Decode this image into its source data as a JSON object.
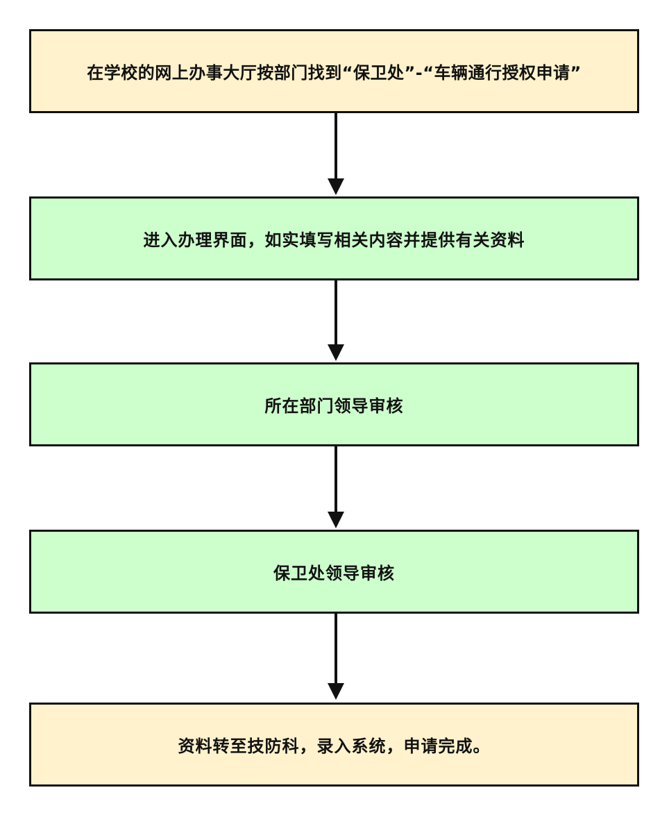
{
  "colors": {
    "start_end_fill": "#fff2cc",
    "process_fill": "#ccffcc",
    "border": "#111111",
    "arrow": "#111111"
  },
  "steps": [
    {
      "label": "在学校的网上办事大厅按部门找到“保卫处”-“车辆通行授权申请”",
      "kind": "start"
    },
    {
      "label": "进入办理界面，如实填写相关内容并提供有关资料",
      "kind": "process"
    },
    {
      "label": "所在部门领导审核",
      "kind": "process"
    },
    {
      "label": "保卫处领导审核",
      "kind": "process"
    },
    {
      "label": "资料转至技防科，录入系统，申请完成。",
      "kind": "end"
    }
  ]
}
